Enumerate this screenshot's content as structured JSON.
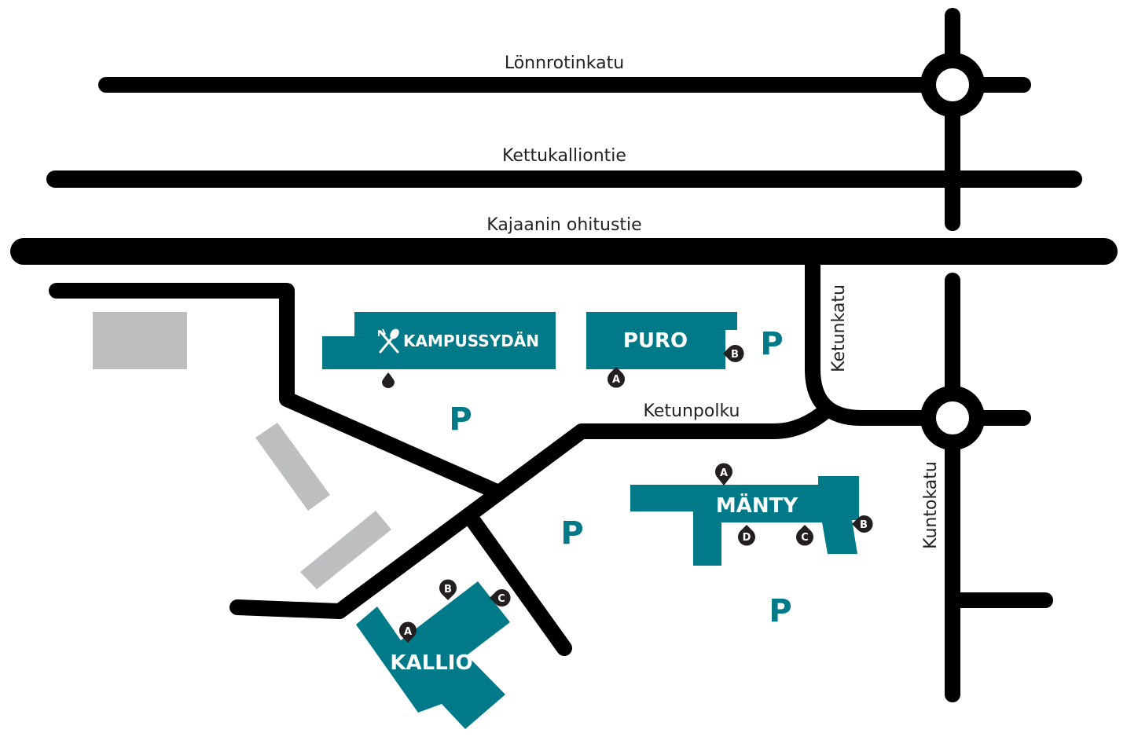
{
  "colors": {
    "building": "#007a88",
    "road": "#000000",
    "other_building": "#bcbec0",
    "entrance": "#231f20",
    "parking": "#007a88"
  },
  "streets": {
    "lonnrotinkatu": "Lönnrotinkatu",
    "kettukalliontie": "Kettukalliontie",
    "kajaanin_ohitustie": "Kajaanin ohitustie",
    "ketunkatu": "Ketunkatu",
    "kuntokatu": "Kuntokatu",
    "ketunpolku": "Ketunpolku"
  },
  "buildings": {
    "kampussydan": {
      "name": "KAMPUSSYDÄN",
      "icon": "restaurant-icon"
    },
    "puro": {
      "name": "PURO",
      "entrances": [
        "A",
        "B"
      ]
    },
    "manty": {
      "name": "MÄNTY",
      "entrances": [
        "A",
        "B",
        "C",
        "D"
      ]
    },
    "kallio": {
      "name": "KALLIO",
      "entrances": [
        "A",
        "B",
        "C"
      ]
    }
  },
  "parking": {
    "symbol": "P"
  }
}
